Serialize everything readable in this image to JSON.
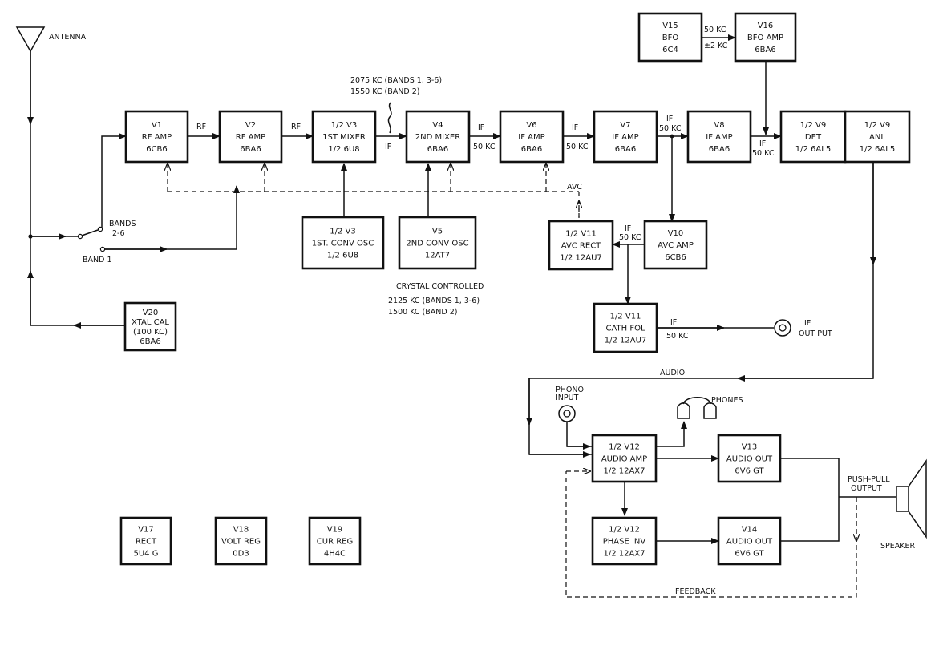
{
  "blocks": [
    {
      "id": "v1",
      "lines": [
        "V1",
        "RF AMP",
        "6CB6"
      ]
    },
    {
      "id": "v2",
      "lines": [
        "V2",
        "RF AMP",
        "6BA6"
      ]
    },
    {
      "id": "v3",
      "lines": [
        "1/2 V3",
        "1ST MIXER",
        "1/2 6U8"
      ]
    },
    {
      "id": "v4",
      "lines": [
        "V4",
        "2ND MIXER",
        "6BA6"
      ]
    },
    {
      "id": "v6",
      "lines": [
        "V6",
        "IF AMP",
        "6BA6"
      ]
    },
    {
      "id": "v7",
      "lines": [
        "V7",
        "IF AMP",
        "6BA6"
      ]
    },
    {
      "id": "v8",
      "lines": [
        "V8",
        "IF AMP",
        "6BA6"
      ]
    },
    {
      "id": "v9a",
      "lines": [
        "1/2 V9",
        "DET",
        "1/2 6AL5"
      ]
    },
    {
      "id": "v9b",
      "lines": [
        "1/2 V9",
        "ANL",
        "1/2 6AL5"
      ]
    },
    {
      "id": "v15",
      "lines": [
        "V15",
        "BFO",
        "6C4"
      ]
    },
    {
      "id": "v16",
      "lines": [
        "V16",
        "BFO AMP",
        "6BA6"
      ]
    },
    {
      "id": "v3osc",
      "lines": [
        "1/2 V3",
        "1ST. CONV OSC",
        "1/2 6U8"
      ]
    },
    {
      "id": "v5",
      "lines": [
        "V5",
        "2ND CONV OSC",
        "12AT7"
      ]
    },
    {
      "id": "v11a",
      "lines": [
        "1/2 V11",
        "AVC RECT",
        "1/2 12AU7"
      ]
    },
    {
      "id": "v10",
      "lines": [
        "V10",
        "AVC AMP",
        "6CB6"
      ]
    },
    {
      "id": "v11b",
      "lines": [
        "1/2 V11",
        "CATH FOL",
        "1/2 12AU7"
      ]
    },
    {
      "id": "v20",
      "lines": [
        "V20",
        "XTAL CAL",
        "(100 KC)",
        "6BA6"
      ]
    },
    {
      "id": "v12a",
      "lines": [
        "1/2 V12",
        "AUDIO AMP",
        "1/2 12AX7"
      ]
    },
    {
      "id": "v13",
      "lines": [
        "V13",
        "AUDIO OUT",
        "6V6 GT"
      ]
    },
    {
      "id": "v12b",
      "lines": [
        "1/2 V12",
        "PHASE INV",
        "1/2 12AX7"
      ]
    },
    {
      "id": "v14",
      "lines": [
        "V14",
        "AUDIO OUT",
        "6V6 GT"
      ]
    },
    {
      "id": "v17",
      "lines": [
        "V17",
        "RECT",
        "5U4 G"
      ]
    },
    {
      "id": "v18",
      "lines": [
        "V18",
        "VOLT REG",
        "0D3"
      ]
    },
    {
      "id": "v19",
      "lines": [
        "V19",
        "CUR REG",
        "4H4C"
      ]
    }
  ],
  "labels": {
    "antenna": "ANTENNA",
    "rf1": "RF",
    "rf2": "RF",
    "if1": "IF",
    "freq_if1_a": "2075 KC (BANDS 1, 3-6)",
    "freq_if1_b": "1550 KC (BAND 2)",
    "if2": "IF",
    "if2_kc": "50 KC",
    "if3": "IF",
    "if3_kc": "50 KC",
    "if4": "IF",
    "if4_kc": "50 KC",
    "if5": "IF",
    "if5_kc": "50 KC",
    "bfo_kc": "50 KC",
    "bfo_dev": "±2 KC",
    "avc": "AVC",
    "avc_if": "IF",
    "avc_if_kc": "50 KC",
    "bands": "BANDS",
    "bands_range": "2-6",
    "band1": "BAND 1",
    "crystal": "CRYSTAL CONTROLLED",
    "freq_osc_a": "2125 KC (BANDS 1, 3-6)",
    "freq_osc_b": "1500 KC (BAND 2)",
    "cath_if": "IF",
    "cath_if_kc": "50 KC",
    "if_output_a": "IF",
    "if_output_b": "OUT PUT",
    "audio": "AUDIO",
    "phono_a": "PHONO",
    "phono_b": "INPUT",
    "phones": "PHONES",
    "pushpull_a": "PUSH-PULL",
    "pushpull_b": "OUTPUT",
    "speaker": "SPEAKER",
    "feedback": "FEEDBACK"
  }
}
